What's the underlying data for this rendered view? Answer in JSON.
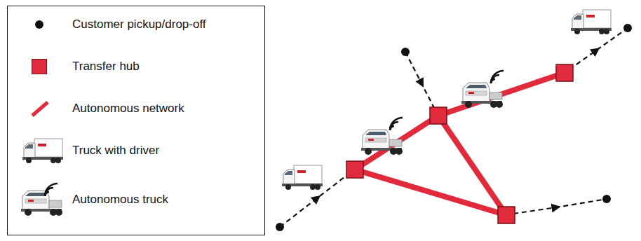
{
  "diagram": {
    "legend": [
      {
        "text": "Customer pickup/drop-off"
      },
      {
        "text": "Transfer hub",
        "color": "#e12a3b"
      },
      {
        "text": "Autonomous network"
      },
      {
        "text": "Truck with driver"
      },
      {
        "text": "Autonomous truck"
      }
    ]
  }
}
